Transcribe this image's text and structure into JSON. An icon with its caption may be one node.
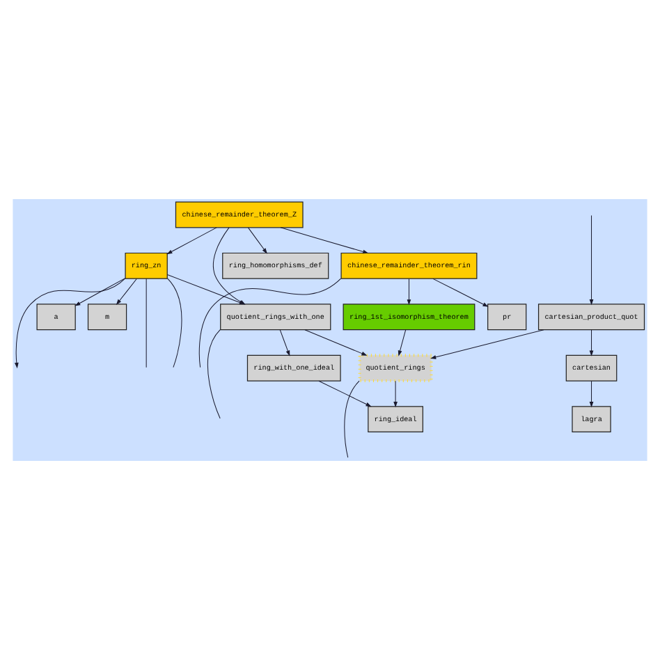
{
  "diagram": {
    "nodes": [
      {
        "text": [
          "chinese_remainder_theorem_Z"
        ]
      },
      {
        "text": [
          "ring_zn"
        ]
      },
      {
        "text": [
          "chinese_remainder_theorem_rin"
        ]
      },
      {
        "text": [
          "ring_homomorphisms_def"
        ]
      },
      {
        "text": [
          "m"
        ]
      },
      {
        "text": [
          "a"
        ]
      },
      {
        "text": [
          "quotient_rings_with_one"
        ]
      },
      {
        "text": [
          "ring_1st_isomorphism_theorem"
        ]
      },
      {
        "text": [
          "pr"
        ]
      },
      {
        "text": [
          "cartesian_product_quot"
        ]
      },
      {
        "text": [
          "ring_with_one_ideal"
        ]
      },
      {
        "text": [
          "cartesian"
        ]
      },
      {
        "text": [
          "quotient_rings"
        ]
      },
      {
        "text": [
          "lagra"
        ]
      },
      {
        "text": [
          "ring_ideal"
        ]
      }
    ],
    "edges": [
      {
        "from": 0,
        "to": 1,
        "arrow": "to"
      },
      {
        "from": 0,
        "to": 6,
        "arrow": "to"
      },
      {
        "from": 0,
        "to": 3,
        "arrow": "to"
      },
      {
        "from": 0,
        "to": 2,
        "arrow": "to"
      },
      {
        "from": 1,
        "to": 4,
        "arrow": "to"
      },
      {
        "from": 1,
        "to": 5,
        "arrow": "to"
      },
      {
        "from": 1,
        "to": null,
        "arrow": "to"
      },
      {
        "from": 1,
        "to": null,
        "arrow": "none"
      },
      {
        "from": 1,
        "to": null,
        "arrow": "none"
      },
      {
        "from": 1,
        "to": 6,
        "arrow": "to"
      },
      {
        "from": 6,
        "to": null,
        "arrow": "none"
      },
      {
        "from": 6,
        "to": 10,
        "arrow": "to"
      },
      {
        "from": 6,
        "to": 12,
        "arrow": "to"
      },
      {
        "from": 2,
        "to": 7,
        "arrow": "to"
      },
      {
        "from": 2,
        "to": 8,
        "arrow": "to"
      },
      {
        "from": 2,
        "to": null,
        "arrow": "none"
      },
      {
        "from": null,
        "to": 9,
        "arrow": "to"
      },
      {
        "from": 7,
        "to": 12,
        "arrow": "to"
      },
      {
        "from": 9,
        "to": 12,
        "arrow": "to"
      },
      {
        "from": 9,
        "to": 11,
        "arrow": "to"
      },
      {
        "from": 11,
        "to": 13,
        "arrow": "to"
      },
      {
        "from": 10,
        "to": 14,
        "arrow": "to"
      },
      {
        "from": 12,
        "to": 14,
        "arrow": "to"
      },
      {
        "from": 12,
        "to": null,
        "arrow": "none"
      }
    ]
  }
}
